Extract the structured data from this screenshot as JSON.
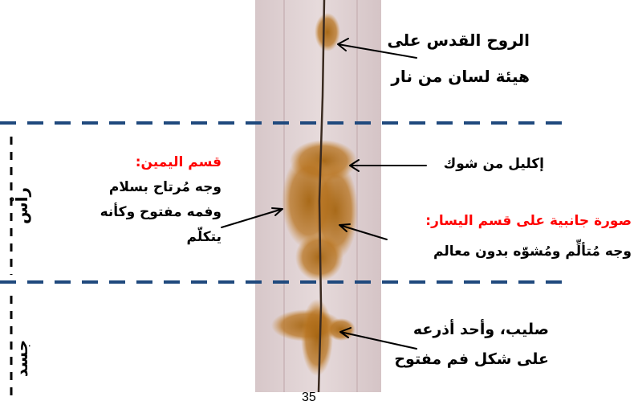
{
  "colors": {
    "divider": "#1f497d",
    "label_red": "#ff0000",
    "label_black": "#000000",
    "stain": "#b46e1a"
  },
  "labels": {
    "holy_spirit": [
      "الروح القدس على",
      "هيئة لسان من نار"
    ],
    "crown": "إكليل من شوك",
    "right_section": {
      "title": "قسم اليمين:",
      "lines": [
        "وجه مُرتاح بسلام",
        "وفمه مفتوح وكأنه",
        "يتكلّم"
      ]
    },
    "left_section": {
      "title": "صورة جانبية على قسم اليسار:",
      "line": "وجه مُتألِّم ومُشوّه بدون معالم"
    },
    "cross": [
      "صليب، وأحد أذرعه",
      "على شكل فم مفتوح"
    ]
  },
  "side_labels": {
    "head": "راْس",
    "body": "جسد"
  },
  "page_number": "35"
}
